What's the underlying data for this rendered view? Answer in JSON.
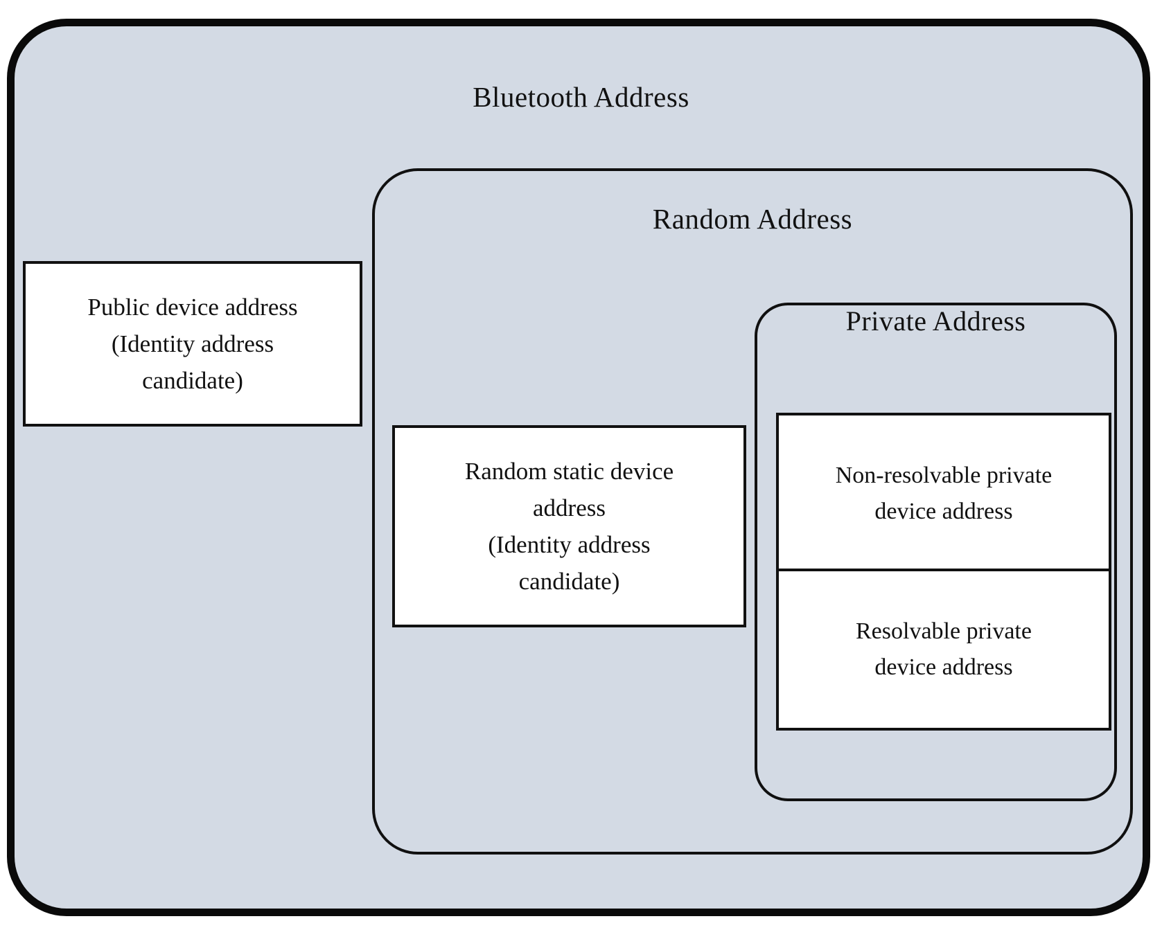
{
  "diagram": {
    "title": "Bluetooth Address",
    "groups": {
      "bluetooth": {
        "label": "Bluetooth Address"
      },
      "random": {
        "label": "Random Address"
      },
      "private": {
        "label": "Private Address"
      }
    },
    "boxes": {
      "public_device_address": {
        "lines": [
          "Public device address",
          "(Identity address",
          "candidate)"
        ]
      },
      "random_static_device_address": {
        "lines": [
          "Random static device",
          "address",
          "(Identity address",
          "candidate)"
        ]
      },
      "non_resolvable_private_device_address": {
        "lines": [
          "Non-resolvable private",
          "device address"
        ]
      },
      "resolvable_private_device_address": {
        "lines": [
          "Resolvable private",
          "device address"
        ]
      }
    },
    "colors": {
      "container_fill": "#d3dae4",
      "leaf_fill": "#ffffff",
      "stroke": "#111111",
      "page_background": "#ffffff"
    }
  }
}
